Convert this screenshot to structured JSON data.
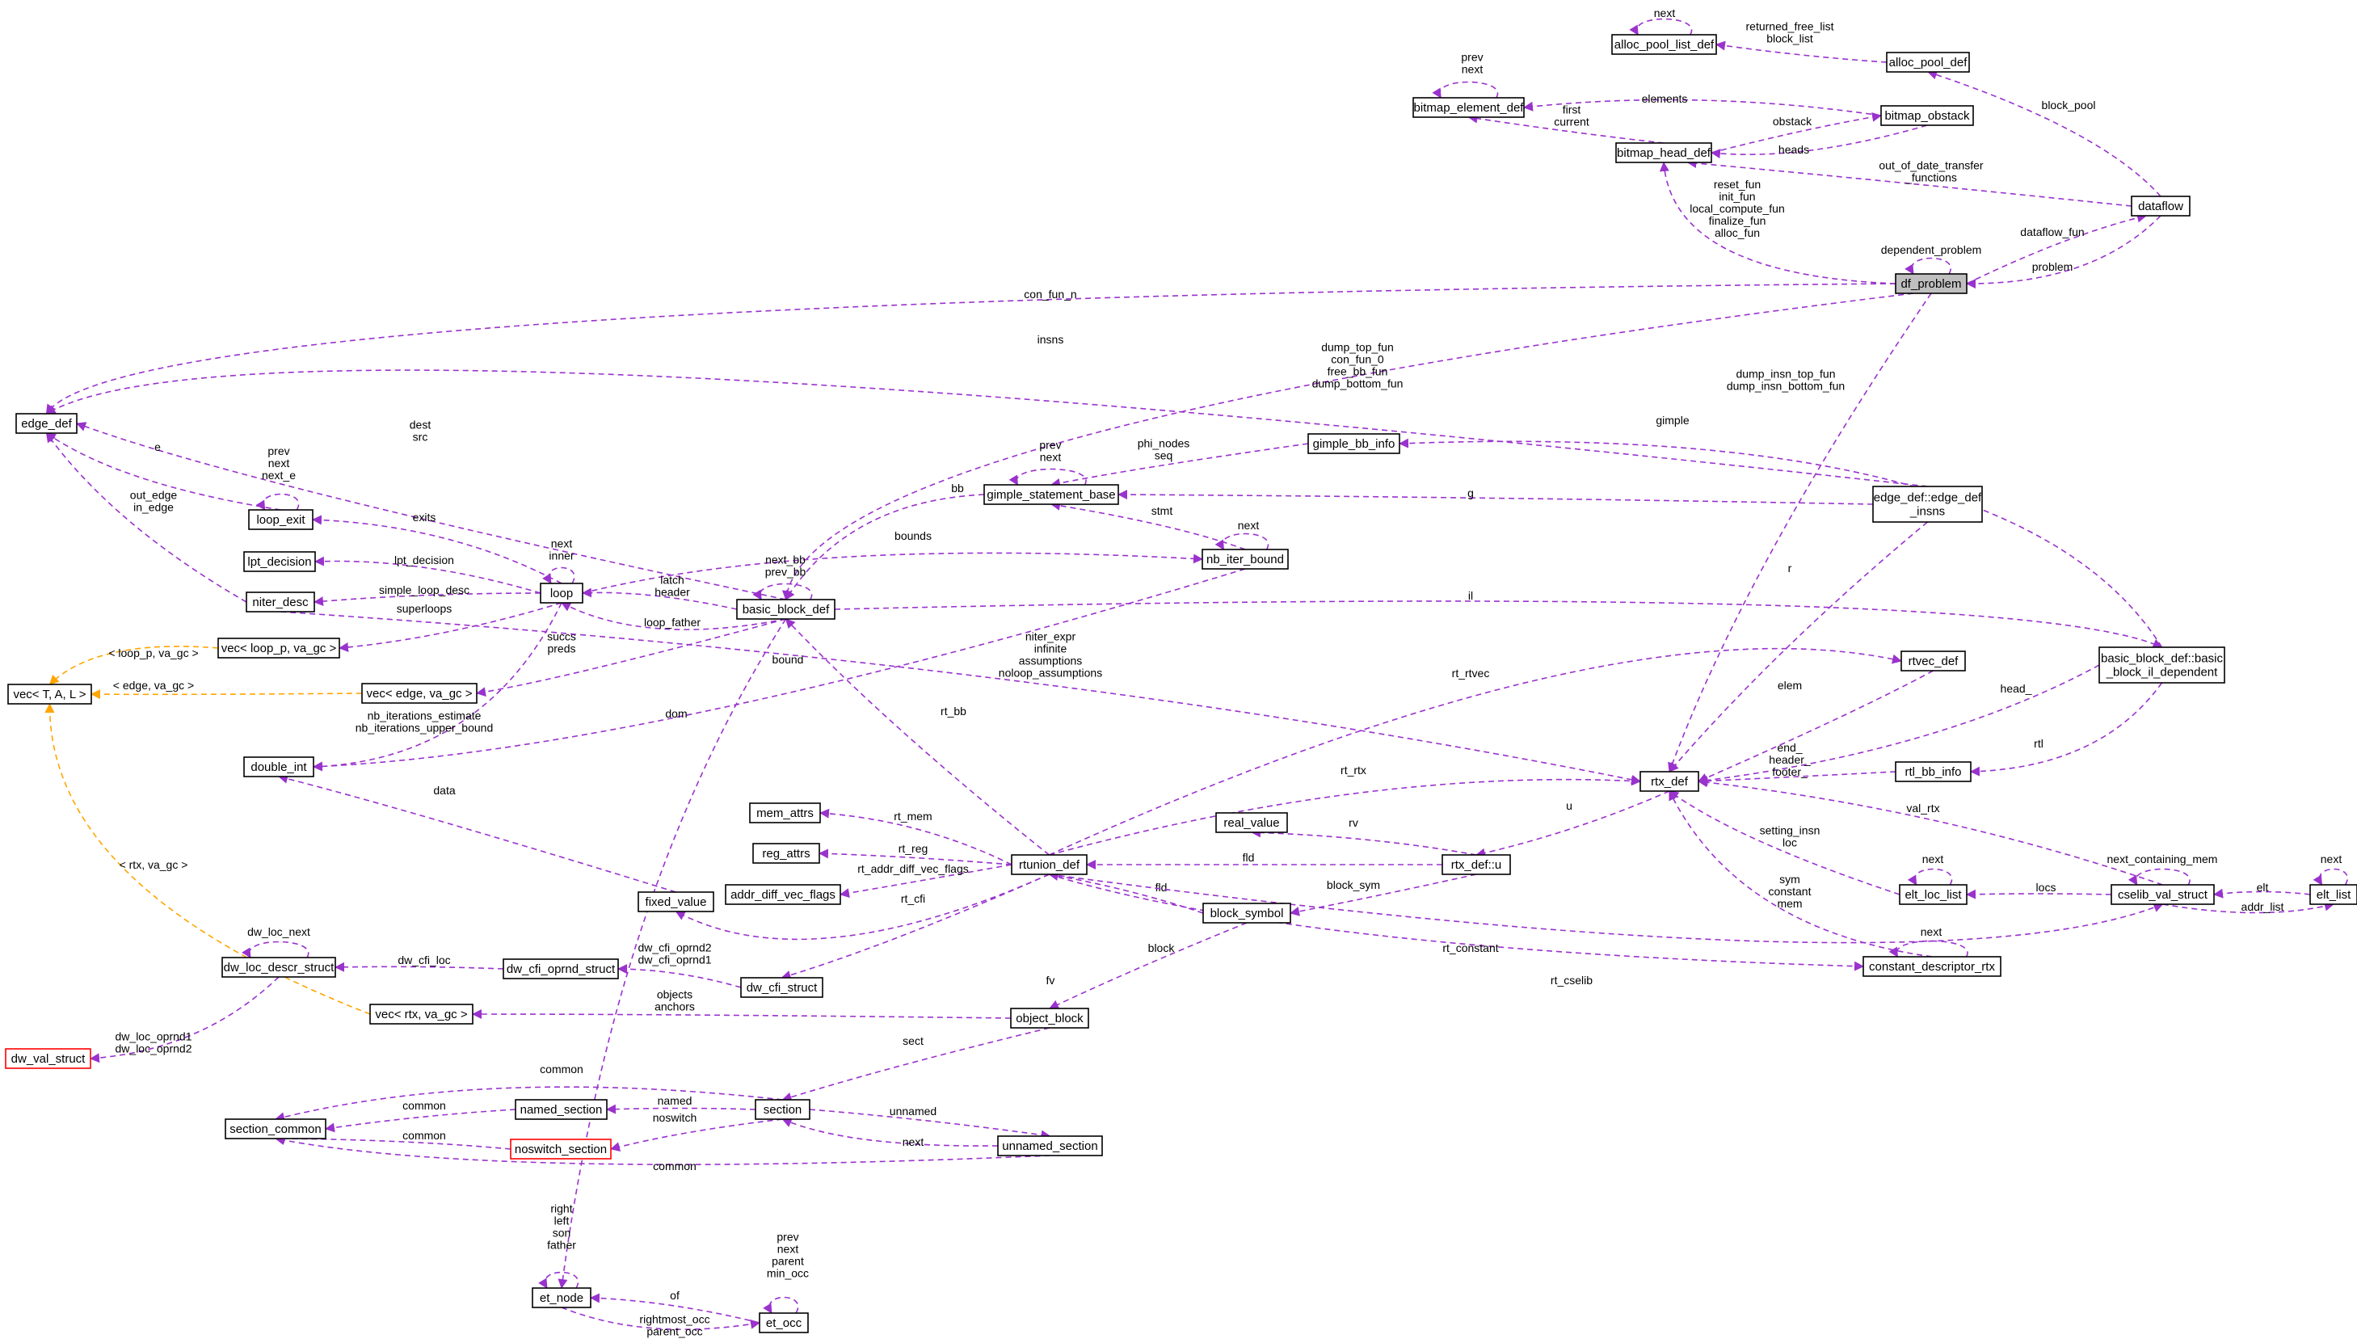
{
  "colors": {
    "member": "#9a32cd",
    "template": "#ffa500",
    "node_border": "#000000",
    "highlight_fill": "#bfbfbf",
    "red_border": "#ff0000"
  },
  "nodes": {
    "alloc_pool_list_def": "alloc_pool_list_def",
    "alloc_pool_def": "alloc_pool_def",
    "bitmap_element_def": "bitmap_element_def",
    "bitmap_obstack": "bitmap_obstack",
    "bitmap_head_def": "bitmap_head_def",
    "dataflow": "dataflow",
    "df_problem": "df_problem",
    "edge_def": "edge_def",
    "gimple_bb_info": "gimple_bb_info",
    "gimple_statement_base": "gimple_statement_base",
    "edge_def_insns": "edge_def::edge_def\n_insns",
    "loop_exit": "loop_exit",
    "nb_iter_bound": "nb_iter_bound",
    "lpt_decision": "lpt_decision",
    "loop": "loop",
    "niter_desc": "niter_desc",
    "basic_block_def": "basic_block_def",
    "basic_block_il_dependent": "basic_block_def::basic\n_block_il_dependent",
    "vec_loop_p": "vec< loop_p, va_gc >",
    "vec_TAL": "vec< T, A, L >",
    "vec_edge": "vec< edge, va_gc >",
    "rtvec_def": "rtvec_def",
    "double_int": "double_int",
    "rtx_def": "rtx_def",
    "rtl_bb_info": "rtl_bb_info",
    "mem_attrs": "mem_attrs",
    "real_value": "real_value",
    "reg_attrs": "reg_attrs",
    "rtunion_def": "rtunion_def",
    "rtx_def_u": "rtx_def::u",
    "addr_diff_vec_flags": "addr_diff_vec_flags",
    "fixed_value": "fixed_value",
    "elt_loc_list": "elt_loc_list",
    "cselib_val_struct": "cselib_val_struct",
    "elt_list": "elt_list",
    "block_symbol": "block_symbol",
    "dw_loc_descr_struct": "dw_loc_descr_struct",
    "dw_cfi_oprnd_struct": "dw_cfi_oprnd_struct",
    "dw_cfi_struct": "dw_cfi_struct",
    "constant_descriptor_rtx": "constant_descriptor_rtx",
    "vec_rtx": "vec< rtx, va_gc >",
    "object_block": "object_block",
    "dw_val_struct": "dw_val_struct",
    "named_section": "named_section",
    "section": "section",
    "section_common": "section_common",
    "noswitch_section": "noswitch_section",
    "unnamed_section": "unnamed_section",
    "et_node": "et_node",
    "et_occ": "et_occ"
  },
  "edge_labels": {
    "apl_next": "next",
    "returned_free_list": "returned_free_list\nblock_list",
    "block_pool": "block_pool",
    "bed_prev_next": "prev\nnext",
    "elements": "elements",
    "first_current": "first\ncurrent",
    "obstack": "obstack",
    "heads": "heads",
    "out_of_date": "out_of_date_transfer\n_functions",
    "df_funs": "reset_fun\ninit_fun\nlocal_compute_fun\nfinalize_fun\nalloc_fun",
    "dependent_problem": "dependent_problem",
    "dataflow_fun": "dataflow_fun",
    "problem": "problem",
    "con_fun_n": "con_fun_n",
    "insns": "insns",
    "dump_top_fun": "dump_top_fun\ncon_fun_0\nfree_bb_fun\ndump_bottom_fun",
    "dump_insn": "dump_insn_top_fun\ndump_insn_bottom_fun",
    "gimple": "gimple",
    "dest_src": "dest\nsrc",
    "e": "e",
    "le_prev": "prev\nnext\nnext_e",
    "phi_nodes": "phi_nodes\nseq",
    "gsb_prev": "prev\nnext",
    "bb": "bb",
    "g": "g",
    "exits": "exits",
    "stmt": "stmt",
    "nib_next": "next",
    "out_edge": "out_edge\nin_edge",
    "loop_next": "next\ninner",
    "bounds": "bounds",
    "lpt_decision": "lpt_decision",
    "next_bb": "next_bb\nprev_bb",
    "r": "r",
    "simple_loop_desc": "simple_loop_desc",
    "latch_header": "latch\nheader",
    "superloops": "superloops",
    "loop_father": "loop_father",
    "il": "il",
    "vec_loop_p_tpl": "< loop_p, va_gc >",
    "succs_preds": "succs\npreds",
    "bound": "bound",
    "niter_expr": "niter_expr\ninfinite\nassumptions\nnoloop_assumptions",
    "rt_rtvec": "rt_rtvec",
    "vec_edge_tpl": "< edge, va_gc >",
    "elem": "elem",
    "head_": "head_",
    "dom": "dom",
    "nb_iterations": "nb_iterations_estimate\nnb_iterations_upper_bound",
    "rt_bb": "rt_bb",
    "end_": "end_\nheader_\nfooter_",
    "rtl": "rtl",
    "data": "data",
    "rt_rtx": "rt_rtx",
    "u": "u",
    "val_rtx": "val_rtx",
    "rt_mem": "rt_mem",
    "rv": "rv",
    "vec_rtx_tpl": "< rtx, va_gc >",
    "rt_reg": "rt_reg",
    "fld": "fld",
    "setting_insn": "setting_insn\nloc",
    "next_containing_mem": "next_containing_mem",
    "elt_list_next": "next",
    "rt_addr_diff": "rt_addr_diff_vec_flags",
    "rt_cfi": "rt_cfi",
    "fld2": "fld",
    "block_sym": "block_sym",
    "ell_next": "next",
    "locs": "locs",
    "elt": "elt",
    "addr_list": "addr_list",
    "sym_constant": "sym\nconstant\nmem",
    "dld_next": "dw_loc_next",
    "dw_cfi_loc": "dw_cfi_loc",
    "dw_cfi_oprnd": "dw_cfi_oprnd2\ndw_cfi_oprnd1",
    "block": "block",
    "rt_constant": "rt_constant",
    "cdr_next": "next",
    "fv": "fv",
    "rt_cselib": "rt_cselib",
    "objects_anchors": "objects\nanchors",
    "dw_loc_oprnd": "dw_loc_oprnd1\ndw_loc_oprnd2",
    "sect": "sect",
    "common1": "common",
    "common2": "common",
    "named": "named",
    "noswitch": "noswitch",
    "unnamed": "unnamed",
    "common3": "common",
    "next_sect": "next",
    "common4": "common",
    "et_right": "right\nleft\nson\nfather",
    "et_occ_prev": "prev\nnext\nparent\nmin_occ",
    "of": "of",
    "rightmost_occ": "rightmost_occ\nparent_occ"
  }
}
